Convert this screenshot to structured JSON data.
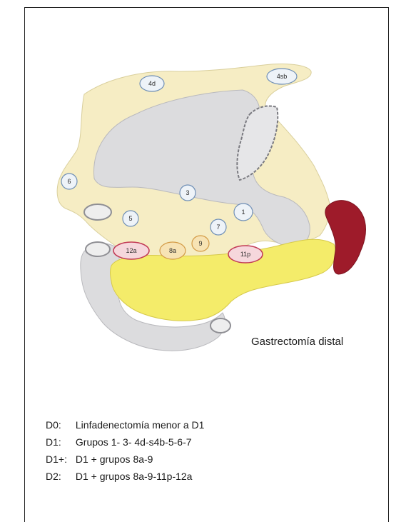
{
  "diagram": {
    "caption": "Gastrectomía distal",
    "colors": {
      "omentum": "#f6edc4",
      "stomach": "#dcdcde",
      "pancreas": "#f4ec6a",
      "spleen": "#9e1b2a",
      "node_fill": "#eef3f8",
      "node_stroke": "#6f8fb6",
      "node_d2_fill": "#f6d7dc",
      "node_d2_stroke": "#c23a55",
      "node_d1plus_fill": "#f7e3b4",
      "node_d1plus_stroke": "#d39a45"
    },
    "nodes": {
      "n4d": "4d",
      "n4sb": "4sb",
      "n6": "6",
      "n3": "3",
      "n5": "5",
      "n1": "1",
      "n7": "7",
      "n12a": "12a",
      "n8a": "8a",
      "n9": "9",
      "n11p": "11p"
    }
  },
  "legend": [
    {
      "code": "D0:",
      "text": "Linfadenectomía menor a D1"
    },
    {
      "code": "D1:",
      "text": "Grupos 1- 3- 4d-s4b-5-6-7"
    },
    {
      "code": "D1+:",
      "text": "D1 + grupos 8a-9"
    },
    {
      "code": "D2:",
      "text": "D1 + grupos 8a-9-11p-12a"
    }
  ]
}
